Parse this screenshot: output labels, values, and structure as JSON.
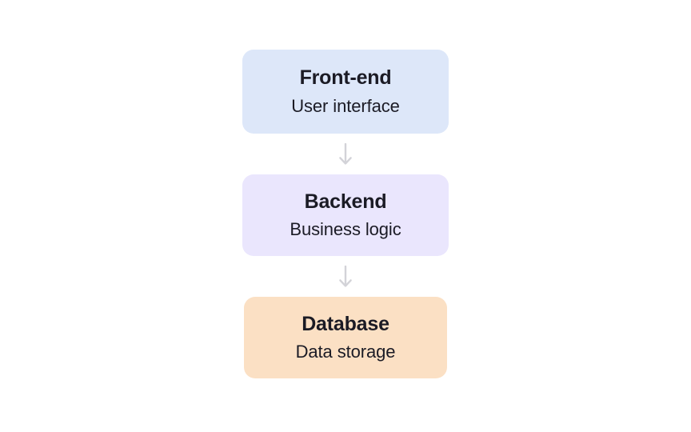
{
  "diagram": {
    "type": "flowchart",
    "orientation": "vertical",
    "background_color": "#ffffff",
    "nodes": [
      {
        "id": "frontend",
        "title": "Front-end",
        "subtitle": "User interface",
        "fill_color": "#dde7f9",
        "text_color": "#1b1b25"
      },
      {
        "id": "backend",
        "title": "Backend",
        "subtitle": "Business logic",
        "fill_color": "#eae6fd",
        "text_color": "#1b1b25"
      },
      {
        "id": "database",
        "title": "Database",
        "subtitle": "Data storage",
        "fill_color": "#fbe0c4",
        "text_color": "#1b1b25"
      }
    ],
    "connectors": [
      {
        "id": "frontend-to-backend",
        "icon": "arrow-down-icon",
        "from": "frontend",
        "to": "backend",
        "color": "#d3d3d8"
      },
      {
        "id": "backend-to-database",
        "icon": "arrow-down-icon",
        "from": "backend",
        "to": "database",
        "color": "#d3d3d8"
      }
    ]
  }
}
